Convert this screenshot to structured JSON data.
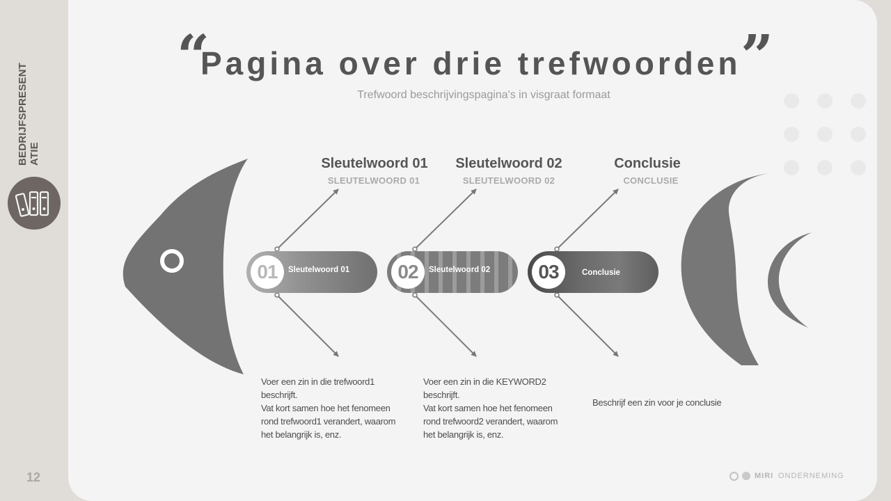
{
  "sidebar": {
    "title_line1": "BEDRIJFSPRESENT",
    "title_line2": "ATIE",
    "page_number": "12",
    "icon": "binders-icon"
  },
  "slide": {
    "title": "Pagina over drie trefwoorden",
    "quote_open": "“",
    "quote_close": "”",
    "subtitle": "Trefwoord beschrijvingspagina's in visgraat formaat"
  },
  "keywords": [
    {
      "number": "01",
      "title": "Sleutelwoord 01",
      "subtitle": "SLEUTELWOORD 01",
      "label": "Sleutelwoord 01",
      "desc": [
        "Voer een zin in die trefwoord1",
        "beschrijft.",
        "Vat kort samen hoe het fenomeen",
        "rond trefwoord1 verandert, waarom",
        "het belangrijk is, enz."
      ]
    },
    {
      "number": "02",
      "title": "Sleutelwoord 02",
      "subtitle": "SLEUTELWOORD 02",
      "label": "Sleutelwoord 02",
      "desc": [
        "Voer een zin in die KEYWORD2",
        "beschrijft.",
        "Vat kort samen hoe het fenomeen",
        "rond trefwoord2 verandert, waarom",
        "het belangrijk is, enz."
      ]
    },
    {
      "number": "03",
      "title": "Conclusie",
      "subtitle": "CONCLUSIE",
      "label": "Conclusie",
      "desc": [
        "Beschrijf een zin voor je conclusie"
      ]
    }
  ],
  "footer": {
    "brand": "MIRI",
    "brand_suffix": "ONDERNEMING"
  },
  "colors": {
    "fish": "#737373",
    "accent": "#6d6663",
    "text": "#555555",
    "background": "#f4f4f5"
  }
}
